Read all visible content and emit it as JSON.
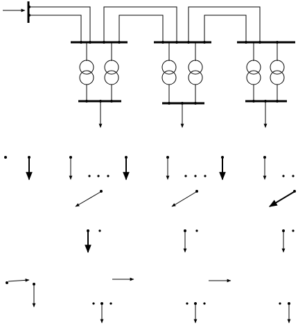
{
  "diagram": {
    "kind": "substation-single-line",
    "units": 3,
    "transformers_per_unit": 2,
    "colors": {
      "stroke": "#000000",
      "background": "#ffffff"
    },
    "texts": []
  }
}
